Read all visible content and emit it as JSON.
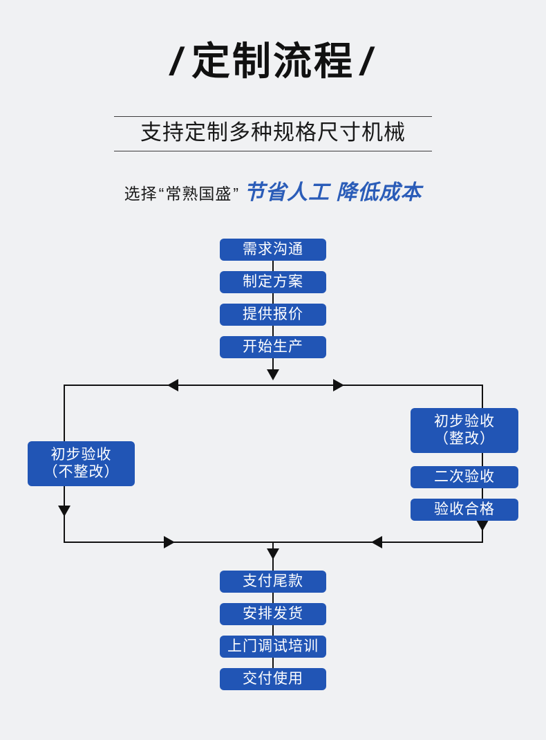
{
  "header": {
    "title_text": "定制流程",
    "slash_left": "/",
    "slash_right": "/",
    "subtitle": "支持定制多种规格尺寸机械",
    "tagline": {
      "prefix": "选择",
      "quote_open": "“",
      "brand": "常熟国盛",
      "quote_close": "”",
      "accent": "节省人工 降低成本"
    }
  },
  "colors": {
    "background": "#f0f1f3",
    "node_blue": "#2155b5",
    "accent_blue": "#2a5cb8",
    "line_black": "#111111",
    "node_text": "#ffffff"
  },
  "flow": {
    "top_chain": [
      {
        "label": "需求沟通"
      },
      {
        "label": "制定方案"
      },
      {
        "label": "提供报价"
      },
      {
        "label": "开始生产"
      }
    ],
    "left_branch": [
      {
        "line1": "初步验收",
        "line2": "（不整改）"
      }
    ],
    "right_branch": [
      {
        "line1": "初步验收",
        "line2": "（整改）"
      },
      {
        "label": "二次验收"
      },
      {
        "label": "验收合格"
      }
    ],
    "bottom_chain": [
      {
        "label": "支付尾款"
      },
      {
        "label": "安排发货"
      },
      {
        "label": "上门调试培训"
      },
      {
        "label": "交付使用"
      }
    ]
  }
}
